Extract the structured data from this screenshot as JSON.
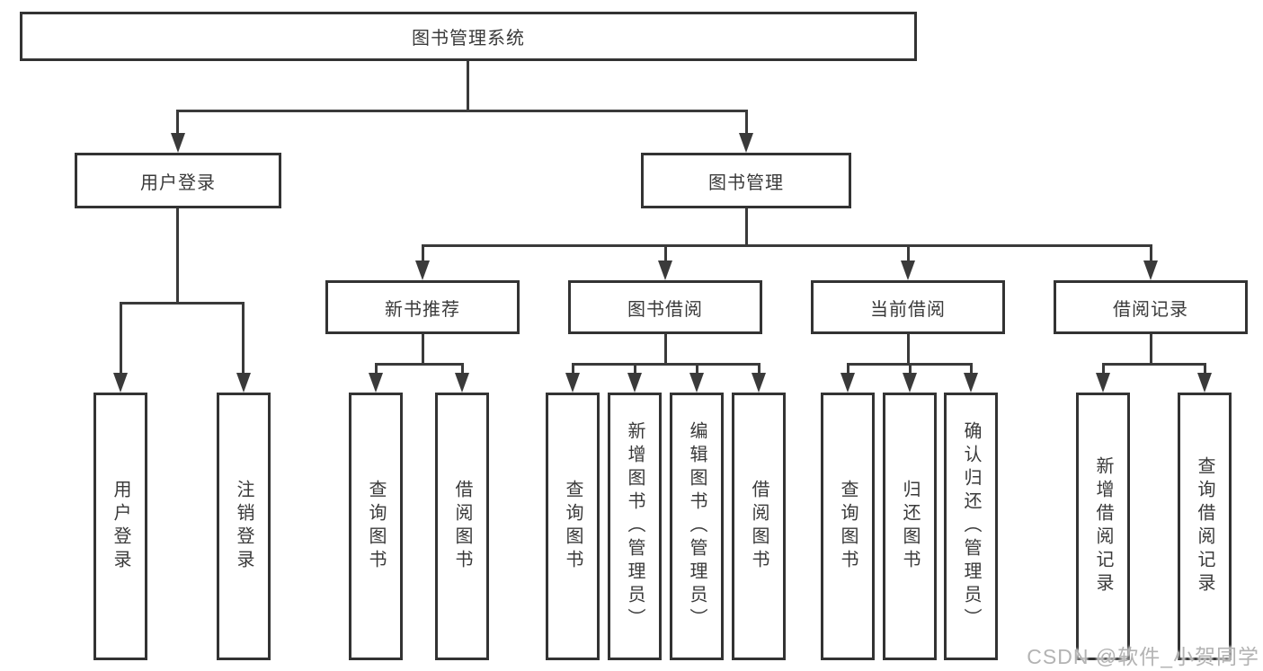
{
  "colors": {
    "stroke": "#333333",
    "text": "#3a3a3a",
    "background": "#ffffff",
    "watermark_text_color": "#b3b3b3"
  },
  "diagram": {
    "root": {
      "label": "图书管理系统"
    },
    "level2": [
      {
        "id": "user-login",
        "label": "用户登录"
      },
      {
        "id": "book-management",
        "label": "图书管理"
      }
    ],
    "level3": [
      {
        "id": "new-book-recommend",
        "label": "新书推荐",
        "parent": "图书管理"
      },
      {
        "id": "book-borrow",
        "label": "图书借阅",
        "parent": "图书管理"
      },
      {
        "id": "current-borrow",
        "label": "当前借阅",
        "parent": "图书管理"
      },
      {
        "id": "borrow-records",
        "label": "借阅记录",
        "parent": "图书管理"
      }
    ],
    "leaves": [
      {
        "label": "用户登录",
        "parent": "用户登录"
      },
      {
        "label": "注销登录",
        "parent": "用户登录"
      },
      {
        "label": "查询图书",
        "parent": "新书推荐"
      },
      {
        "label": "借阅图书",
        "parent": "新书推荐"
      },
      {
        "label": "查询图书",
        "parent": "图书借阅"
      },
      {
        "label": "新增图书（管理员）",
        "parent": "图书借阅"
      },
      {
        "label": "编辑图书（管理员）",
        "parent": "图书借阅"
      },
      {
        "label": "借阅图书",
        "parent": "图书借阅"
      },
      {
        "label": "查询图书",
        "parent": "当前借阅"
      },
      {
        "label": "归还图书",
        "parent": "当前借阅"
      },
      {
        "label": "确认归还（管理员）",
        "parent": "当前借阅"
      },
      {
        "label": "新增借阅记录",
        "parent": "借阅记录"
      },
      {
        "label": "查询借阅记录",
        "parent": "借阅记录"
      }
    ]
  },
  "watermark": "CSDN @软件_小贺同学"
}
